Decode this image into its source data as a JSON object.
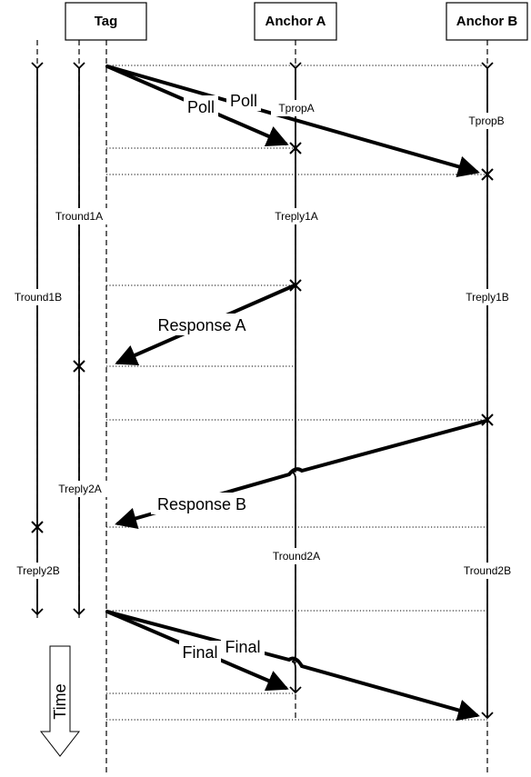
{
  "lifelines": {
    "tag": "Tag",
    "anchor_a": "Anchor A",
    "anchor_b": "Anchor B"
  },
  "messages": {
    "poll_a": "Poll",
    "poll_b": "Poll",
    "response_a": "Response A",
    "response_b": "Response B",
    "final_a": "Final",
    "final_b": "Final"
  },
  "intervals": {
    "tround1b": "Tround1B",
    "tround1a": "Tround1A",
    "treply2a": "Treply2A",
    "treply2b": "Treply2B",
    "tpropa": "TpropA",
    "tpropb": "TpropB",
    "treply1a": "Treply1A",
    "treply1b": "Treply1B",
    "tround2a": "Tround2A",
    "tround2b": "Tround2B"
  },
  "time_axis": {
    "label": "Time"
  }
}
